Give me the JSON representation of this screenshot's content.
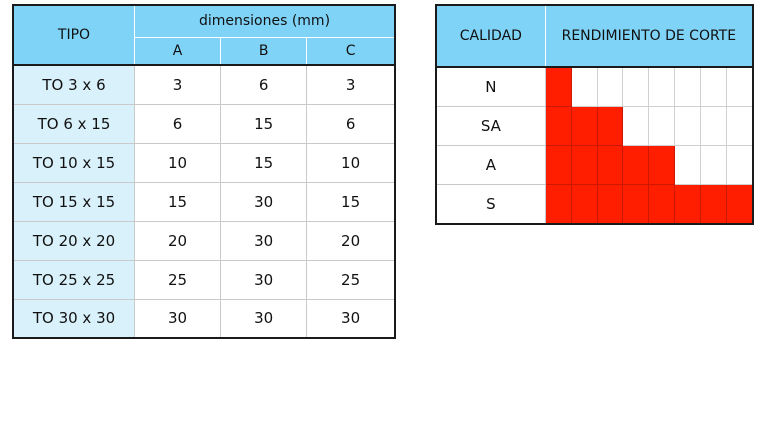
{
  "dimensions_table": {
    "type_header": "TIPO",
    "group_header": "dimensiones (mm)",
    "columns": [
      "A",
      "B",
      "C"
    ],
    "rows": [
      {
        "type": "TO 3 x 6",
        "a": "3",
        "b": "6",
        "c": "3"
      },
      {
        "type": "TO 6 x 15",
        "a": "6",
        "b": "15",
        "c": "6"
      },
      {
        "type": "TO 10 x 15",
        "a": "10",
        "b": "15",
        "c": "10"
      },
      {
        "type": "TO 15 x 15",
        "a": "15",
        "b": "30",
        "c": "15"
      },
      {
        "type": "TO 20 x 20",
        "a": "20",
        "b": "30",
        "c": "20"
      },
      {
        "type": "TO 25 x 25",
        "a": "25",
        "b": "30",
        "c": "25"
      },
      {
        "type": "TO 30 x 30",
        "a": "30",
        "b": "30",
        "c": "30"
      }
    ]
  },
  "quality_table": {
    "quality_header": "CALIDAD",
    "performance_header": "RENDIMIENTO DE CORTE",
    "scale_max": 8,
    "fill_color": "#ff1f00",
    "rows": [
      {
        "quality": "N",
        "performance": 1
      },
      {
        "quality": "SA",
        "performance": 3
      },
      {
        "quality": "A",
        "performance": 5
      },
      {
        "quality": "S",
        "performance": 8
      }
    ]
  }
}
